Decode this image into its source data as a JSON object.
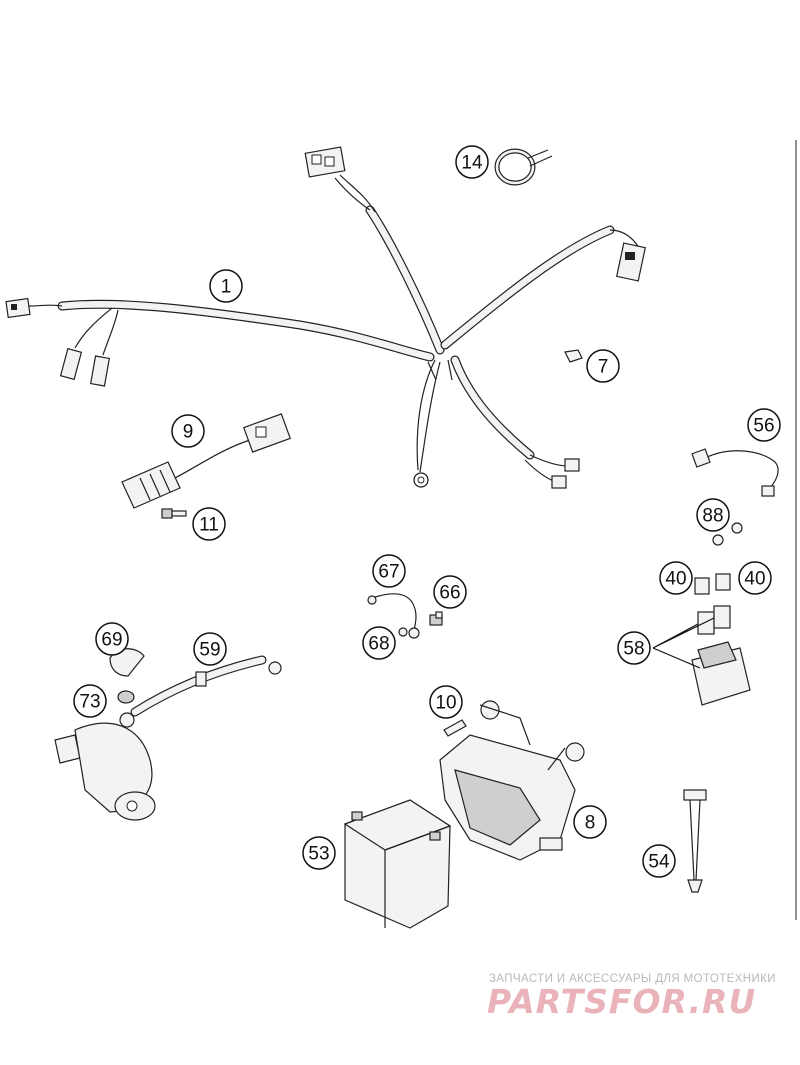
{
  "diagram": {
    "callouts": [
      {
        "id": "1",
        "label": "1"
      },
      {
        "id": "7",
        "label": "7"
      },
      {
        "id": "8",
        "label": "8"
      },
      {
        "id": "9",
        "label": "9"
      },
      {
        "id": "10",
        "label": "10"
      },
      {
        "id": "11",
        "label": "11"
      },
      {
        "id": "14",
        "label": "14"
      },
      {
        "id": "40a",
        "label": "40"
      },
      {
        "id": "40b",
        "label": "40"
      },
      {
        "id": "53",
        "label": "53"
      },
      {
        "id": "54",
        "label": "54"
      },
      {
        "id": "56",
        "label": "56"
      },
      {
        "id": "58",
        "label": "58"
      },
      {
        "id": "59",
        "label": "59"
      },
      {
        "id": "66",
        "label": "66"
      },
      {
        "id": "67",
        "label": "67"
      },
      {
        "id": "68",
        "label": "68"
      },
      {
        "id": "69",
        "label": "69"
      },
      {
        "id": "73",
        "label": "73"
      },
      {
        "id": "88",
        "label": "88"
      }
    ]
  },
  "watermark": {
    "subtitle": "ЗАПЧАСТИ И АКСЕССУАРЫ ДЛЯ МОТОТЕХНИКИ",
    "brand": "PARTSFOR.RU"
  }
}
